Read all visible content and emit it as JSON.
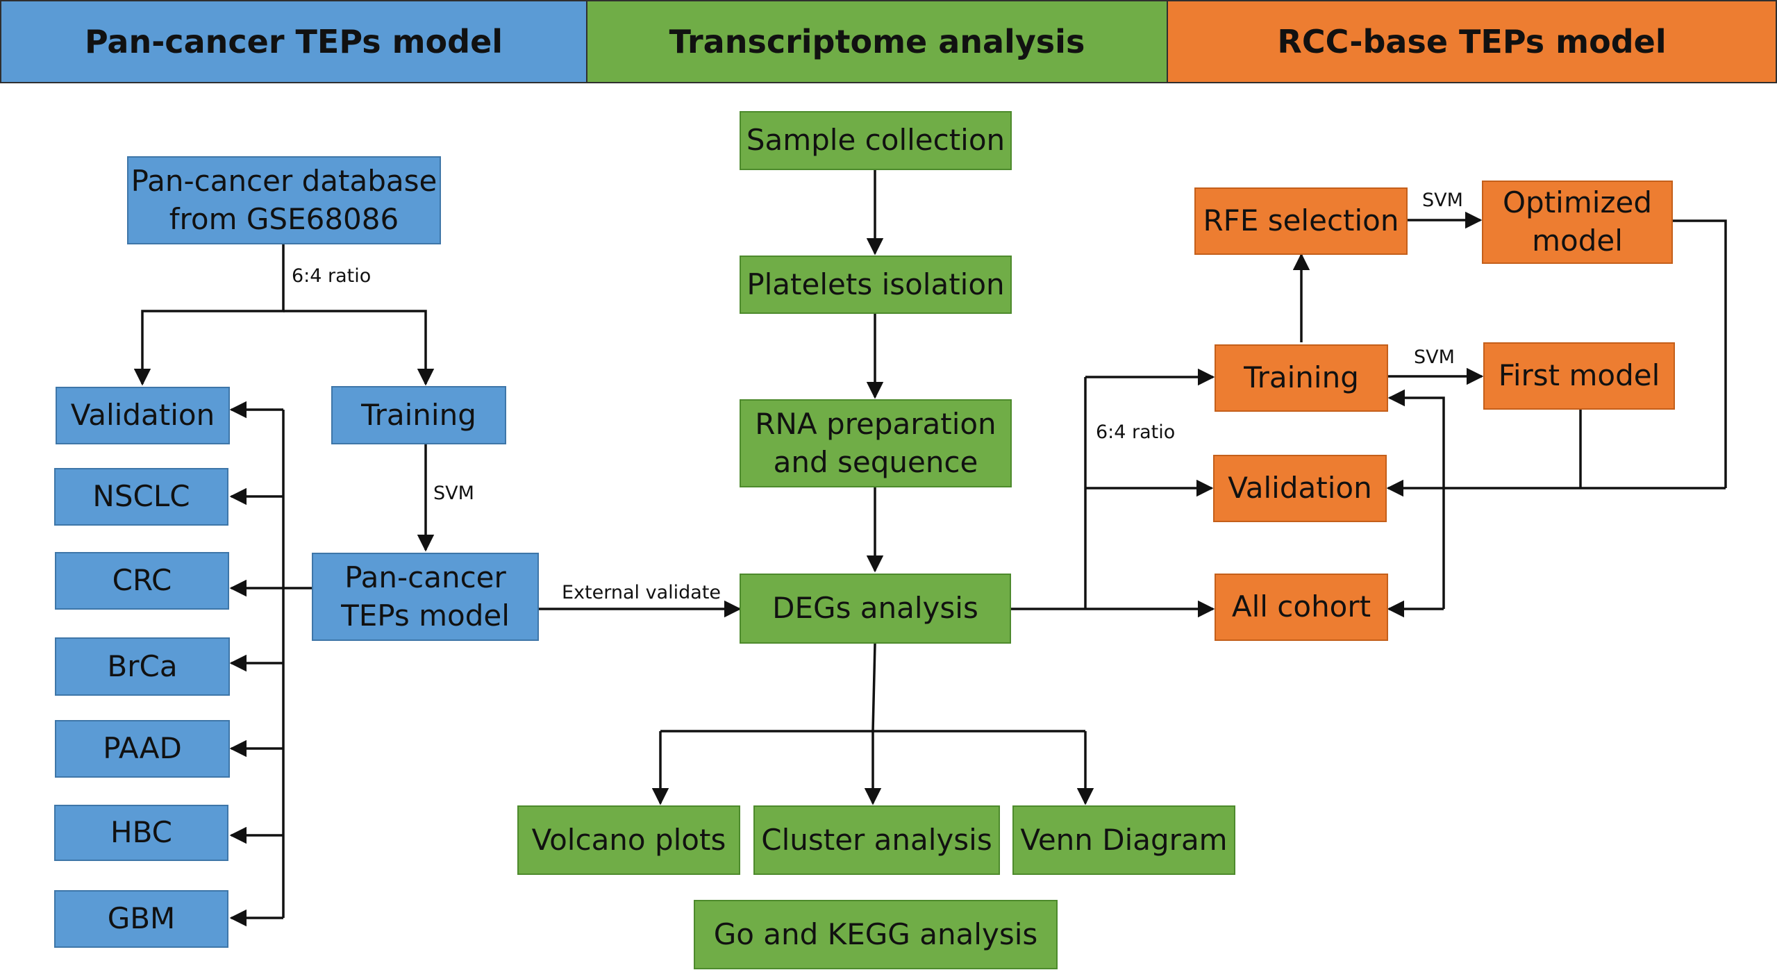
{
  "headers": {
    "pan": "Pan-cancer TEPs model",
    "trans": "Transcriptome analysis",
    "rcc": "RCC-base TEPs model"
  },
  "colors": {
    "blue": "#5b9bd5",
    "green": "#70ad47",
    "orange": "#ed7d31",
    "line": "#111111"
  },
  "pan": {
    "database": "Pan-cancer database\nfrom GSE68086",
    "ratio_label": "6:4 ratio",
    "validation": "Validation",
    "training": "Training",
    "svm_label": "SVM",
    "model": "Pan-cancer\nTEPs model",
    "cancers": [
      "NSCLC",
      "CRC",
      "BrCa",
      "PAAD",
      "HBC",
      "GBM"
    ]
  },
  "trans": {
    "sample": "Sample collection",
    "platelets": "Platelets isolation",
    "rna": "RNA preparation\nand sequence",
    "degs": "DEGs analysis",
    "external_label": "External validate",
    "volcano": "Volcano plots",
    "cluster": "Cluster analysis",
    "venn": "Venn Diagram",
    "go": "Go and KEGG analysis"
  },
  "rcc": {
    "rfe": "RFE selection",
    "svm_label_top": "SVM",
    "optimized": "Optimized\nmodel",
    "training": "Training",
    "svm_label_mid": "SVM",
    "first_model": "First model",
    "ratio_label": "6:4 ratio",
    "validation": "Validation",
    "all_cohort": "All cohort"
  }
}
